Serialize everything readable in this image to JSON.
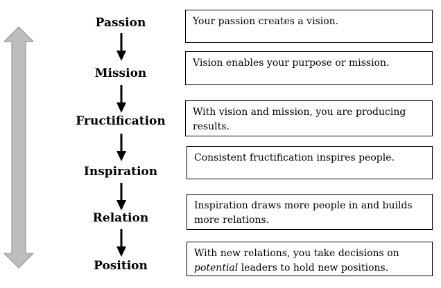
{
  "stages": [
    {
      "label": "Passion",
      "description": "Your passion creates a vision."
    },
    {
      "label": "Mission",
      "description": "Vision enables your purpose or mission."
    },
    {
      "label": "Fructification",
      "description": "With vision and mission, you are producing results."
    },
    {
      "label": "Inspiration",
      "description": "Consistent fructification inspires people."
    },
    {
      "label": "Relation",
      "description": "Inspiration draws more people in and builds more relations."
    },
    {
      "label": "Position",
      "description_before": "With new relations, you take decisions on ",
      "description_emphasis": "potential",
      "description_after": " leaders to hold new positions."
    }
  ],
  "colors": {
    "side_arrow_fill": "#bdbdbd",
    "side_arrow_stroke": "#8a8a8a",
    "flow_arrow": "#000000",
    "box_border": "#000000"
  },
  "icons": {
    "side_arrow": "double-headed-vertical-arrow",
    "flow_arrow": "down-arrow"
  }
}
